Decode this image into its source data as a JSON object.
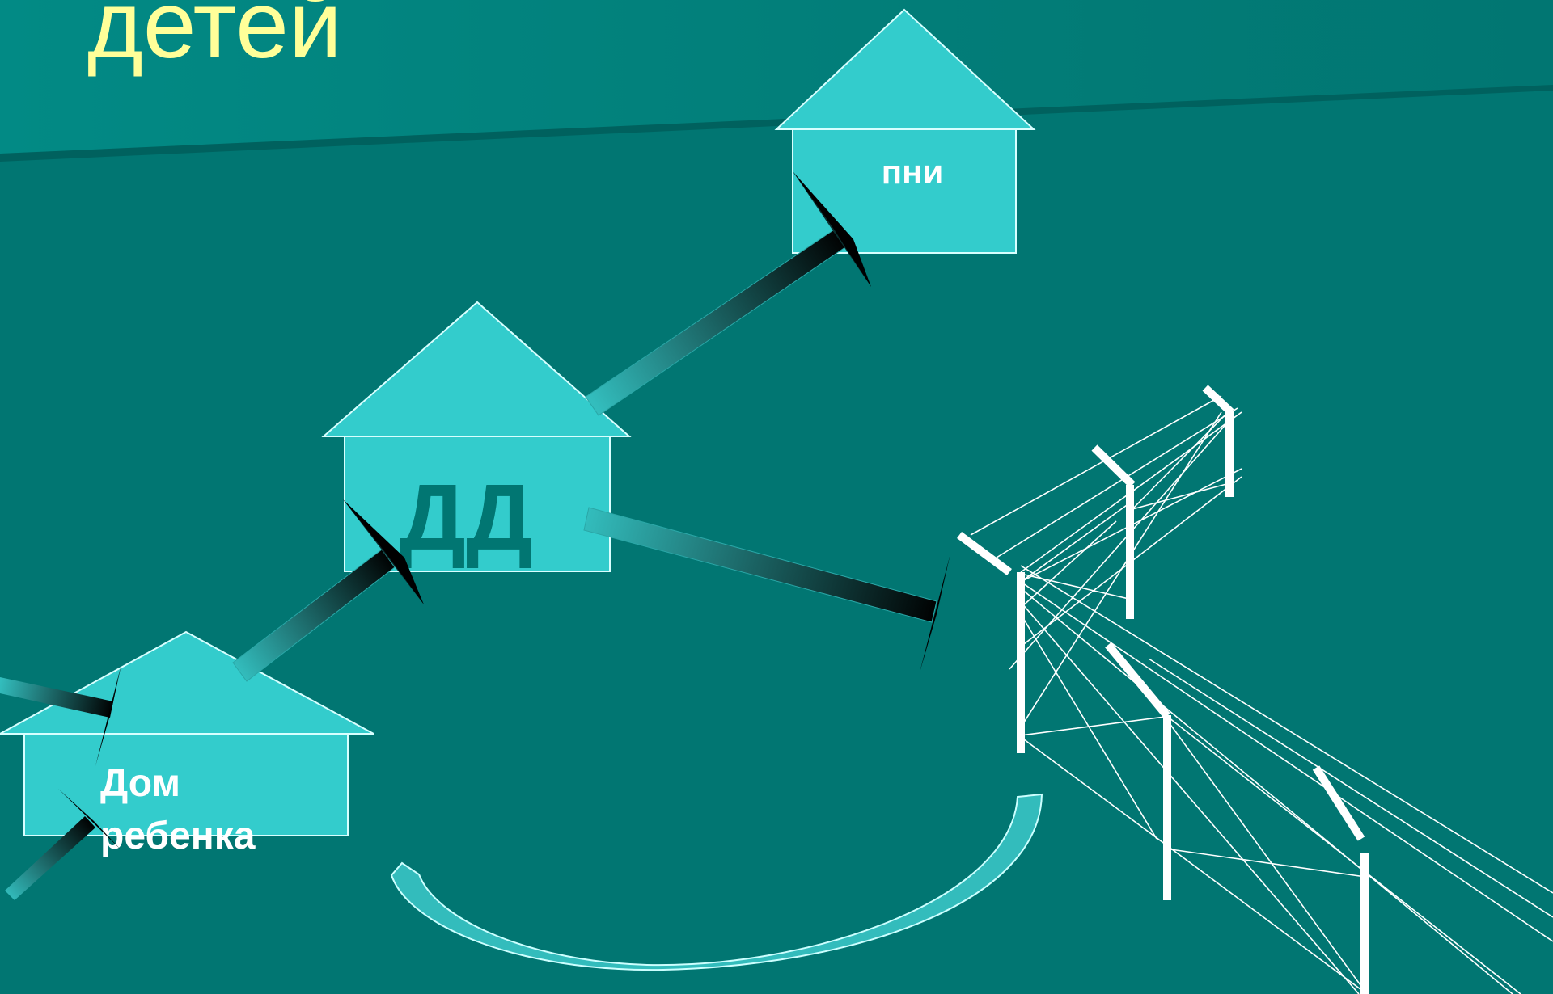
{
  "slide": {
    "title": "детей"
  },
  "houses": {
    "pni": {
      "label": "пни"
    },
    "dd": {
      "label": "ДД"
    },
    "baby_home": {
      "label_line1": "Дом",
      "label_line2": "ребенка"
    }
  },
  "colors": {
    "background": "#017672",
    "house_fill": "#33cccc",
    "title_text": "#ffff99",
    "label_white": "#ffffff",
    "label_dark": "#017672",
    "fence": "#ffffff"
  }
}
